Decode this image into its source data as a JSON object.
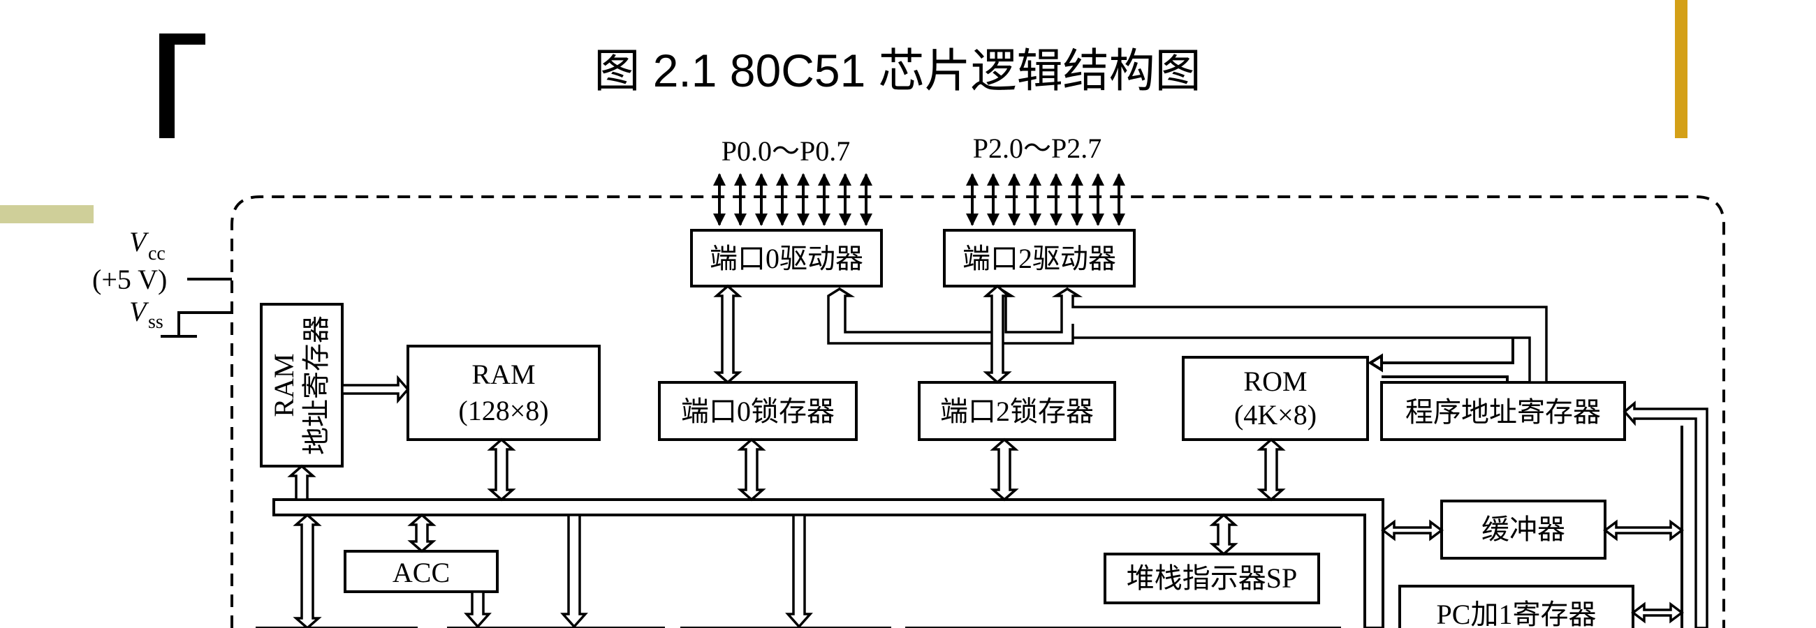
{
  "title": "图 2.1  80C51 芯片逻辑结构图",
  "ports": {
    "p0": "P0.0～P0.7",
    "p2": "P2.0～P2.7"
  },
  "power": {
    "vcc_sym": "V",
    "vcc_sub": "cc",
    "vcc_volt": "(+5 V)",
    "vss_sym": "V",
    "vss_sub": "ss"
  },
  "blocks": {
    "port0_driver": "端口0驱动器",
    "port2_driver": "端口2驱动器",
    "ram_addr_line1": "RAM",
    "ram_addr_line2": "地址寄存器",
    "ram_line1": "RAM",
    "ram_line2": "(128×8)",
    "port0_latch": "端口0锁存器",
    "port2_latch": "端口2锁存器",
    "rom_line1": "ROM",
    "rom_line2": "(4K×8)",
    "program_addr_reg": "程序地址寄存器",
    "buffer": "缓冲器",
    "acc": "ACC",
    "sp": "堆栈指示器SP",
    "pc_inc": "PC加1寄存器"
  },
  "colors": {
    "left_bracket": "#000000",
    "accent_gold": "#D4A017",
    "accent_olive": "#CFCF99"
  }
}
